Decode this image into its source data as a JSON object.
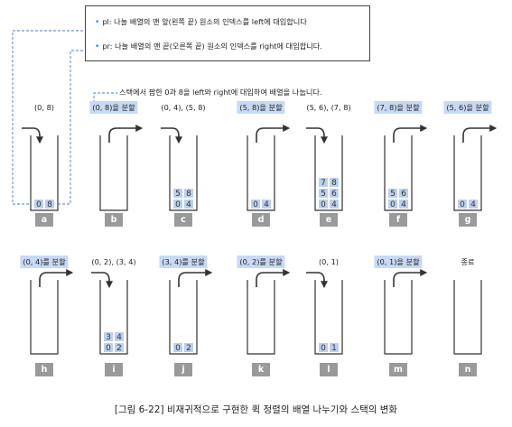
{
  "notes": {
    "line1": {
      "bullet": "•",
      "text": "pl: 나눌 배열의 맨 앞(왼쪽 끝) 원소의 인덱스를 left에 대입합니다"
    },
    "line2": {
      "bullet": "•",
      "text": "pr: 나눌 배열의 맨 끝(오른쪽 끝) 원소의 인덱스를 right에 대입합니다."
    }
  },
  "top_caption": "스택에서 팝한 0과 8을 left와 right에 대입하여 배열을 나눕니다.",
  "figure_caption": "[그림 6-22] 비재귀적으로 구현한 퀵 정렬의 배열 나누기와 스택의 변화",
  "stacks": [
    {
      "id": "a",
      "label": "(0, 8)",
      "highlight": false,
      "arrow": "in",
      "cells": [
        [
          "0",
          "8"
        ]
      ]
    },
    {
      "id": "b",
      "label": "(0, 8)을 분할",
      "highlight": true,
      "arrow": "out",
      "cells": []
    },
    {
      "id": "c",
      "label": "(0, 4), (5, 8)",
      "highlight": false,
      "arrow": "in",
      "cells": [
        [
          "0",
          "4"
        ],
        [
          "5",
          "8"
        ]
      ]
    },
    {
      "id": "d",
      "label": "(5, 8)을 분할",
      "highlight": true,
      "arrow": "out",
      "cells": [
        [
          "0",
          "4"
        ]
      ]
    },
    {
      "id": "e",
      "label": "(5, 6), (7, 8)",
      "highlight": false,
      "arrow": "in",
      "cells": [
        [
          "0",
          "4"
        ],
        [
          "5",
          "6"
        ],
        [
          "7",
          "8"
        ]
      ]
    },
    {
      "id": "f",
      "label": "(7, 8)을 분할",
      "highlight": true,
      "arrow": "out",
      "cells": [
        [
          "0",
          "4"
        ],
        [
          "5",
          "6"
        ]
      ]
    },
    {
      "id": "g",
      "label": "(5, 6)을 분할",
      "highlight": true,
      "arrow": "out",
      "cells": [
        [
          "0",
          "4"
        ]
      ]
    },
    {
      "id": "h",
      "label": "(0, 4)를 분할",
      "highlight": true,
      "arrow": "out",
      "cells": []
    },
    {
      "id": "i",
      "label": "(0, 2), (3, 4)",
      "highlight": false,
      "arrow": "in",
      "cells": [
        [
          "0",
          "2"
        ],
        [
          "3",
          "4"
        ]
      ]
    },
    {
      "id": "j",
      "label": "(3, 4)를 분할",
      "highlight": true,
      "arrow": "out",
      "cells": [
        [
          "0",
          "2"
        ]
      ]
    },
    {
      "id": "k",
      "label": "(0, 2)를 분할",
      "highlight": true,
      "arrow": "out",
      "cells": []
    },
    {
      "id": "l",
      "label": "(0, 1)",
      "highlight": false,
      "arrow": "in",
      "cells": [
        [
          "0",
          "1"
        ]
      ]
    },
    {
      "id": "m",
      "label": "(0, 1)을 분할",
      "highlight": true,
      "arrow": "out",
      "cells": []
    },
    {
      "id": "n",
      "label": "종료",
      "highlight": false,
      "arrow": "none",
      "cells": []
    }
  ],
  "colors": {
    "cell": "#bcd0ee",
    "highlight": "#c8d9f5",
    "letter": "#9a9a9a",
    "line": "#333333",
    "accent": "#3a7fd0"
  }
}
